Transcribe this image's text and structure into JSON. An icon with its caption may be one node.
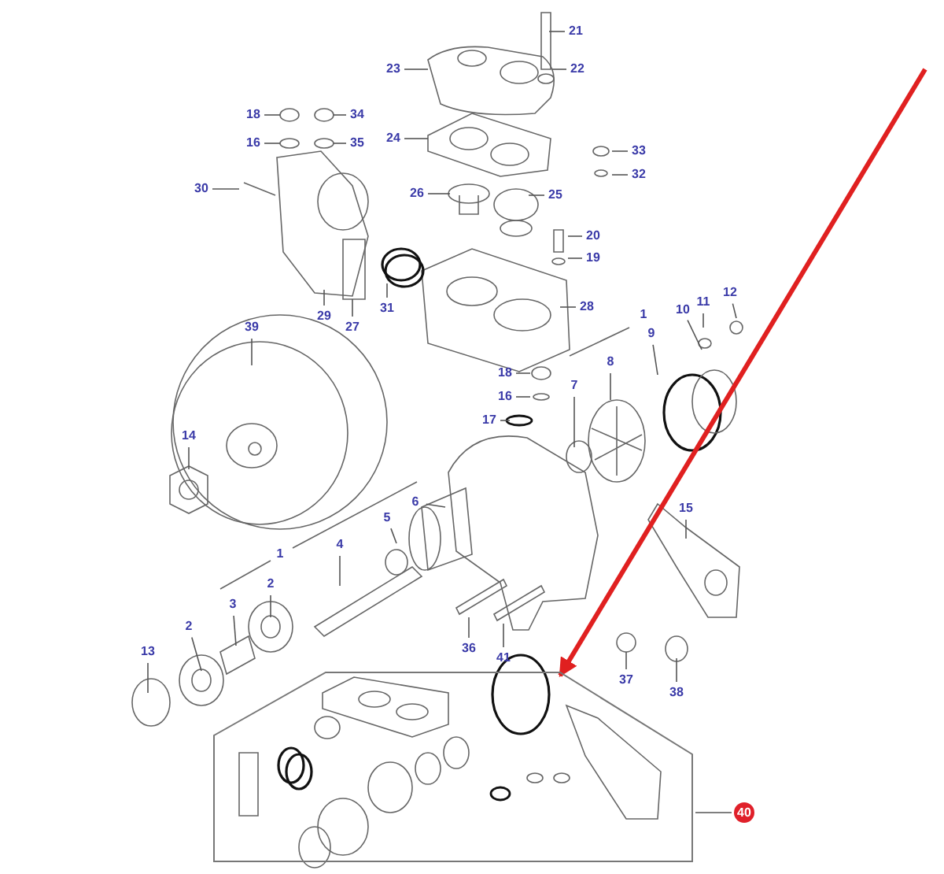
{
  "diagram": {
    "nodes": [
      {
        "text": [
          "21"
        ]
      },
      {
        "text": [
          "23"
        ]
      },
      {
        "text": [
          "22"
        ]
      },
      {
        "text": [
          "18"
        ]
      },
      {
        "text": [
          "34"
        ]
      },
      {
        "text": [
          "16"
        ]
      },
      {
        "text": [
          "35"
        ]
      },
      {
        "text": [
          "24"
        ]
      },
      {
        "text": [
          "33"
        ]
      },
      {
        "text": [
          "32"
        ]
      },
      {
        "text": [
          "30"
        ]
      },
      {
        "text": [
          "26"
        ]
      },
      {
        "text": [
          "25"
        ]
      },
      {
        "text": [
          "20"
        ]
      },
      {
        "text": [
          "19"
        ]
      },
      {
        "text": [
          "31"
        ]
      },
      {
        "text": [
          "29"
        ]
      },
      {
        "text": [
          "27"
        ]
      },
      {
        "text": [
          "28"
        ]
      },
      {
        "text": [
          "39"
        ]
      },
      {
        "text": [
          "12"
        ]
      },
      {
        "text": [
          "11"
        ]
      },
      {
        "text": [
          "10"
        ]
      },
      {
        "text": [
          "9"
        ]
      },
      {
        "text": [
          "8"
        ]
      },
      {
        "text": [
          "18"
        ]
      },
      {
        "text": [
          "16"
        ]
      },
      {
        "text": [
          "7"
        ]
      },
      {
        "text": [
          "17"
        ]
      },
      {
        "text": [
          "14"
        ]
      },
      {
        "text": [
          "6"
        ]
      },
      {
        "text": [
          "15"
        ]
      },
      {
        "text": [
          "4"
        ]
      },
      {
        "text": [
          "5"
        ]
      },
      {
        "text": [
          "2"
        ]
      },
      {
        "text": [
          "3"
        ]
      },
      {
        "text": [
          "2"
        ]
      },
      {
        "text": [
          "13"
        ]
      },
      {
        "text": [
          "36"
        ]
      },
      {
        "text": [
          "41"
        ]
      },
      {
        "text": [
          "37"
        ]
      },
      {
        "text": [
          "38"
        ]
      },
      {
        "text": [
          "40"
        ]
      },
      {
        "text": [],
        "shape": "box"
      }
    ],
    "edges": [
      {
        "from": 0,
        "to": null,
        "arrow": "none"
      },
      {
        "from": 1,
        "to": null,
        "arrow": "none"
      },
      {
        "from": 2,
        "to": null,
        "arrow": "none"
      },
      {
        "from": 3,
        "to": null,
        "arrow": "none"
      },
      {
        "from": 4,
        "to": null,
        "arrow": "none"
      },
      {
        "from": 5,
        "to": null,
        "arrow": "none"
      },
      {
        "from": 6,
        "to": null,
        "arrow": "none"
      },
      {
        "from": 7,
        "to": null,
        "arrow": "none"
      },
      {
        "from": 8,
        "to": null,
        "arrow": "none"
      },
      {
        "from": 9,
        "to": null,
        "arrow": "none"
      },
      {
        "from": 10,
        "to": null,
        "arrow": "none"
      },
      {
        "from": 11,
        "to": null,
        "arrow": "none"
      },
      {
        "from": 12,
        "to": null,
        "arrow": "none"
      },
      {
        "from": 13,
        "to": null,
        "arrow": "none"
      },
      {
        "from": 14,
        "to": null,
        "arrow": "none"
      },
      {
        "from": 15,
        "to": null,
        "arrow": "none"
      },
      {
        "from": 16,
        "to": null,
        "arrow": "none"
      },
      {
        "from": 17,
        "to": null,
        "arrow": "none"
      },
      {
        "from": 18,
        "to": null,
        "arrow": "none"
      },
      {
        "from": 19,
        "to": null,
        "arrow": "none"
      },
      {
        "from": 20,
        "to": null,
        "arrow": "none"
      },
      {
        "from": 21,
        "to": null,
        "arrow": "none"
      },
      {
        "from": 22,
        "to": null,
        "arrow": "none"
      },
      {
        "from": 23,
        "to": null,
        "arrow": "none"
      },
      {
        "from": 24,
        "to": null,
        "arrow": "none"
      },
      {
        "from": 25,
        "to": null,
        "arrow": "none"
      },
      {
        "from": 26,
        "to": null,
        "arrow": "none"
      },
      {
        "from": 27,
        "to": null,
        "arrow": "none"
      },
      {
        "from": 28,
        "to": null,
        "arrow": "none"
      },
      {
        "from": 29,
        "to": null,
        "arrow": "none"
      },
      {
        "from": 30,
        "to": null,
        "arrow": "none"
      },
      {
        "from": 31,
        "to": null,
        "arrow": "none"
      },
      {
        "from": 32,
        "to": null,
        "arrow": "none"
      },
      {
        "from": 33,
        "to": null,
        "arrow": "none"
      },
      {
        "from": 34,
        "to": null,
        "arrow": "none"
      },
      {
        "from": 35,
        "to": null,
        "arrow": "none"
      },
      {
        "from": 36,
        "to": null,
        "arrow": "none"
      },
      {
        "from": 37,
        "to": null,
        "arrow": "none"
      },
      {
        "from": 38,
        "to": null,
        "arrow": "none"
      },
      {
        "from": 39,
        "to": null,
        "arrow": "none"
      },
      {
        "from": 40,
        "to": null,
        "arrow": "none"
      },
      {
        "from": 41,
        "to": null,
        "arrow": "none"
      },
      {
        "from": 42,
        "to": 43,
        "arrow": "none"
      },
      {
        "from": null,
        "to": 43,
        "arrow": "to",
        "style": "thick",
        "color": "#e02020"
      }
    ],
    "labels": [
      "1",
      "1"
    ]
  }
}
